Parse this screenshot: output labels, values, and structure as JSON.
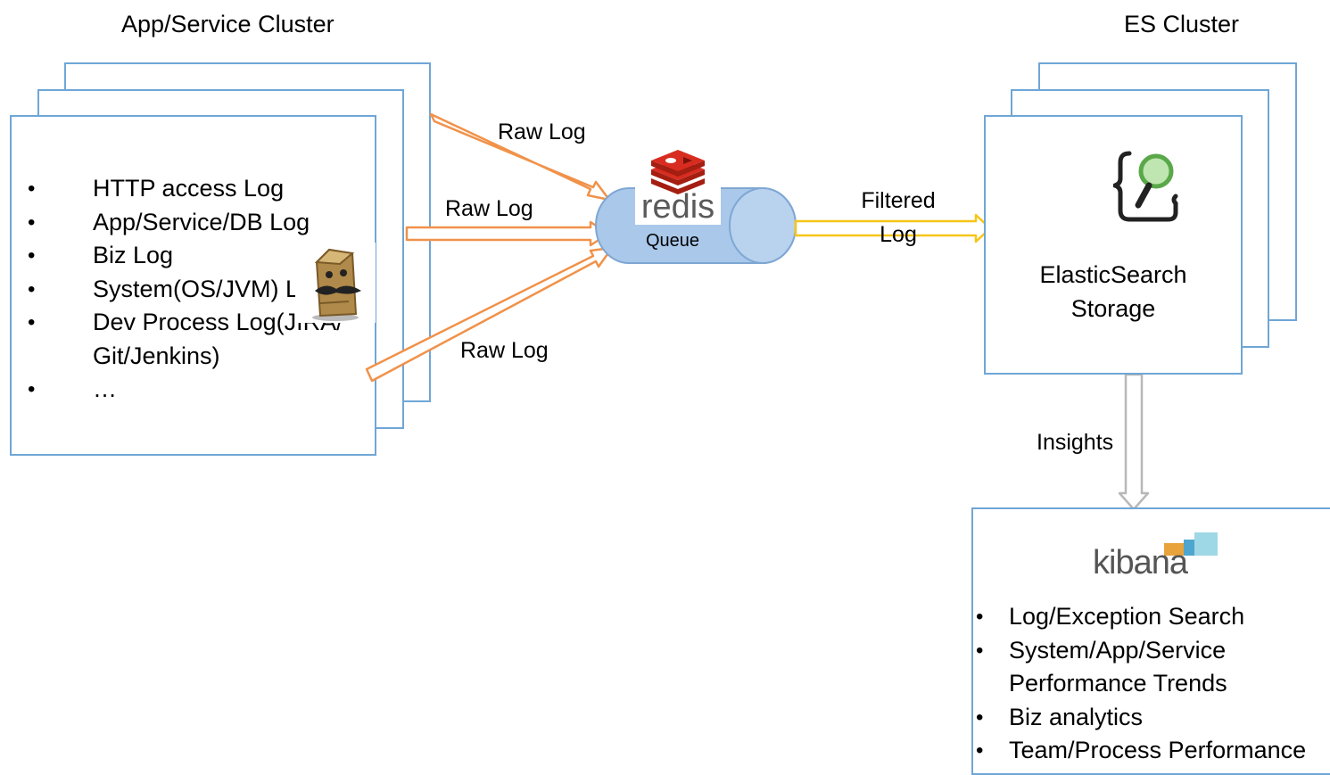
{
  "titles": {
    "app_cluster": "App/Service Cluster",
    "es_cluster": "ES Cluster"
  },
  "app_box": {
    "items": [
      "HTTP access Log",
      "App/Service/DB Log",
      "Biz Log",
      "System(OS/JVM) Log",
      "Dev Process Log(JIRA/\nGit/Jenkins)",
      "…"
    ],
    "agent_icon": "logstash-mustache-log-icon"
  },
  "edges": {
    "raw_log_top": "Raw Log",
    "raw_log_mid": "Raw Log",
    "raw_log_bottom": "Raw Log",
    "filtered_log": "Filtered\nLog",
    "insights": "Insights"
  },
  "queue": {
    "logo_text": "redis",
    "label": "Queue",
    "logo_icon": "redis-logo-icon"
  },
  "es_box": {
    "label": "ElasticSearch\nStorage",
    "logo_icon": "elasticsearch-logo-icon"
  },
  "kibana_box": {
    "logo_text": "kibana",
    "logo_icon": "kibana-logo-icon",
    "items": [
      "Log/Exception Search",
      "System/App/Service\nPerformance Trends",
      "Biz analytics",
      "Team/Process Performance"
    ]
  },
  "colors": {
    "box_border": "#6fa6d6",
    "raw_arrow": "#f0924a",
    "filtered_arrow": "#f5c518",
    "insights_arrow": "#b8b8b8",
    "queue_fill": "#a9c8ea",
    "redis_red": "#d82c20"
  }
}
